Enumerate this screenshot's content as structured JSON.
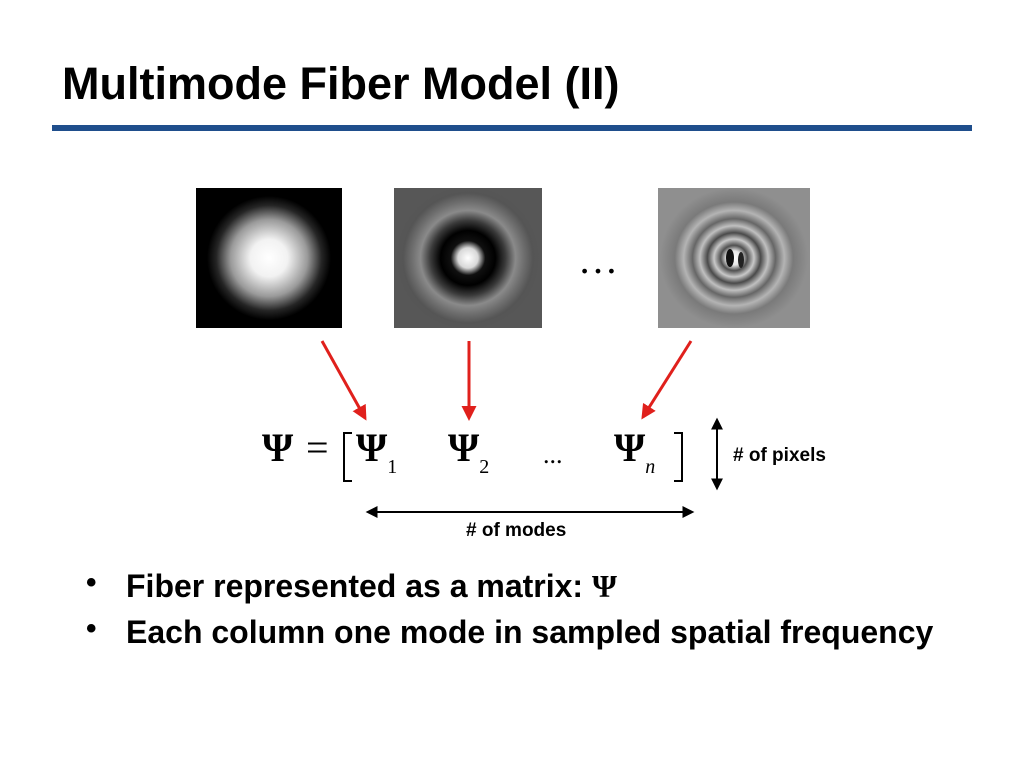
{
  "slide": {
    "title": "Multimode Fiber Model (II)",
    "rule_color": "#1f4e8c",
    "arrow_color": "#e0201c"
  },
  "modes": {
    "images": [
      {
        "name": "fundamental-mode-image"
      },
      {
        "name": "ring-mode-image"
      },
      {
        "name": "higher-order-mode-image"
      }
    ],
    "ellipsis": "…"
  },
  "equation": {
    "lhs": "Ψ",
    "equals": "=",
    "col1": "Ψ",
    "sub1": "1",
    "col2": "Ψ",
    "sub2": "2",
    "dots": "...",
    "coln": "Ψ",
    "subn": "n"
  },
  "annotations": {
    "pixels_label": "# of pixels",
    "modes_label": "# of modes"
  },
  "bullets": [
    {
      "text": "Fiber represented as a matrix: ",
      "symbol": "Ψ"
    },
    {
      "text": "Each column one mode in sampled spatial frequency",
      "symbol": ""
    }
  ],
  "bullet_glyph": "•"
}
